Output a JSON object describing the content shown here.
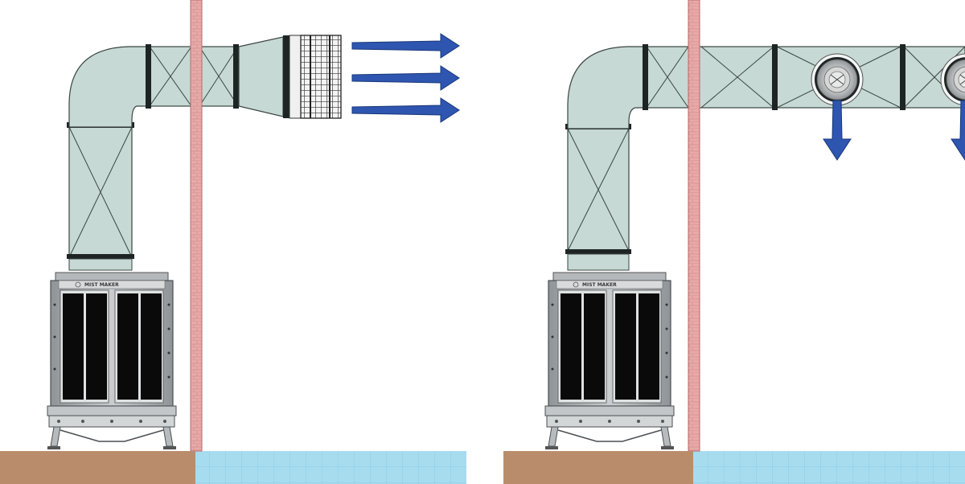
{
  "diagram": {
    "panels": [
      {
        "id": "left",
        "outlet": "grille-diffuser"
      },
      {
        "id": "right",
        "outlet": "ceiling-diffusers"
      }
    ],
    "cooler_brand_label": "MIST MAKER",
    "colors": {
      "duct_fill": "#c6d9d4",
      "duct_stroke": "#3a4540",
      "collar": "#1e2424",
      "wall_fill": "#e8a9a9",
      "wall_line": "#c97878",
      "ground": "#b98d6b",
      "water": "#a7dcef",
      "water_grid": "#8ccbe3",
      "arrow": "#2e56b0",
      "cooler_frame": "#a9aeb0",
      "cooler_pad": "#0a0a0a",
      "diffuser_ring": "#c4c6c8",
      "diffuser_inner": "#d6d8d8"
    },
    "icons": [
      "evaporative-cooler-icon",
      "airflow-arrow-icon",
      "ceiling-diffuser-icon",
      "outlet-grille-icon"
    ]
  }
}
